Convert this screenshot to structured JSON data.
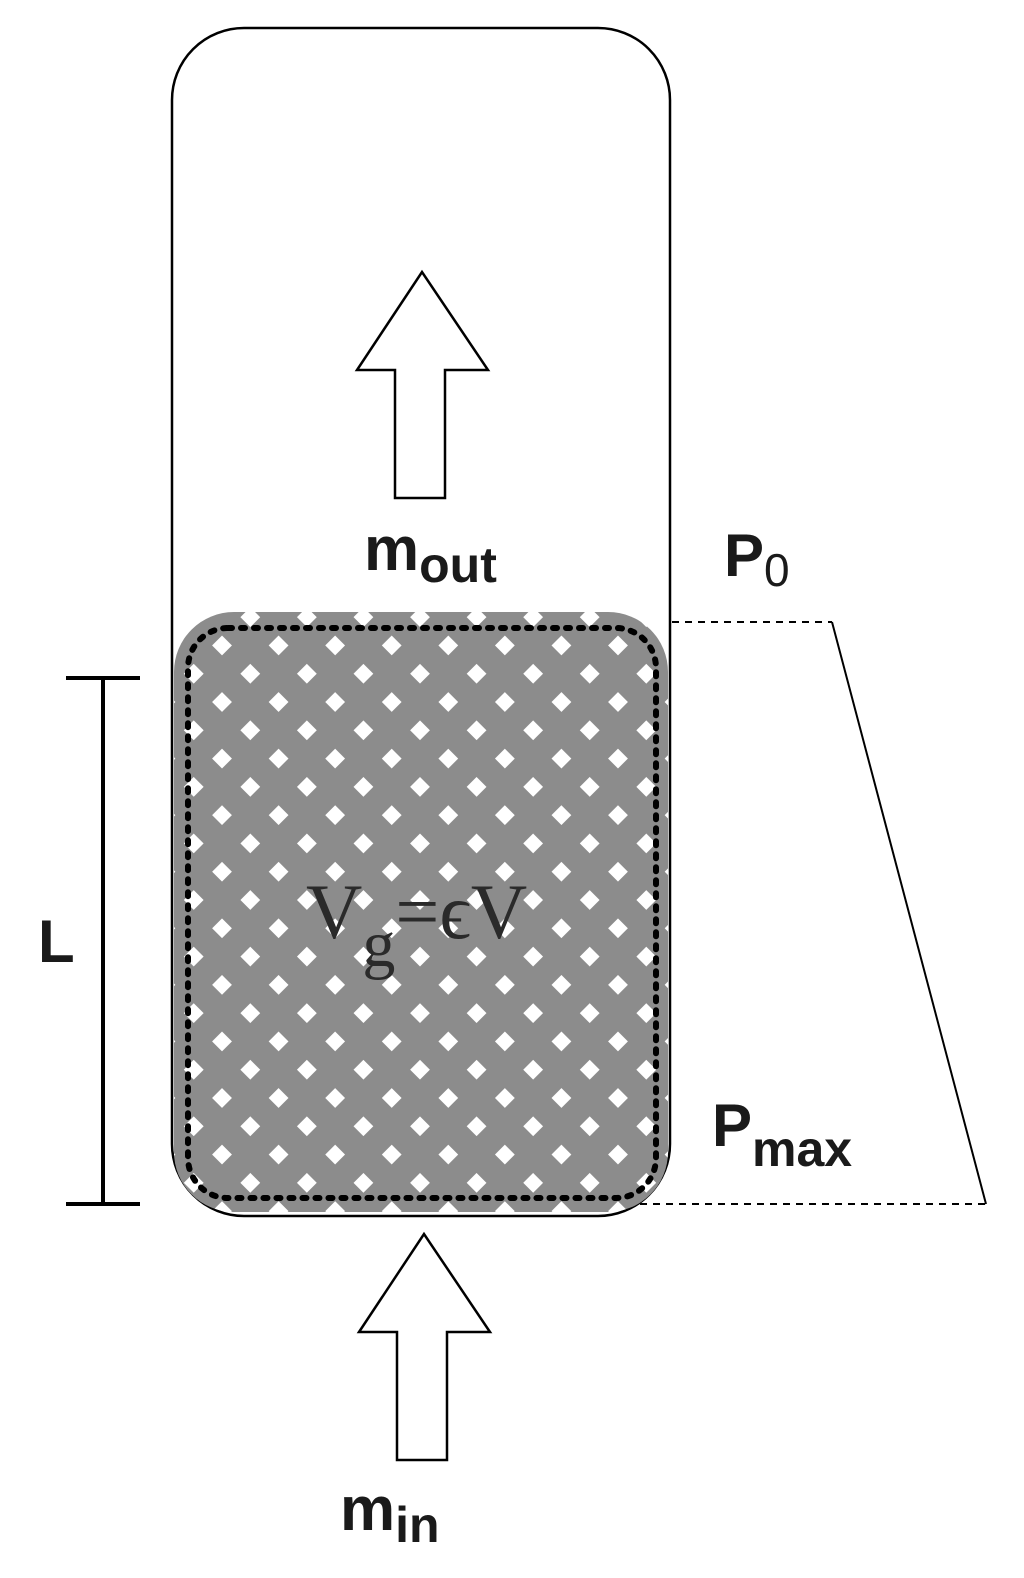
{
  "labels": {
    "m_out": {
      "base": "m",
      "sub": "out"
    },
    "p_zero": {
      "base": "P",
      "sub": "0"
    },
    "length": "L",
    "volume": {
      "base": "V",
      "sub": "g",
      "rest": "=ϵV"
    },
    "p_max": {
      "base": "P",
      "sub": "max"
    },
    "m_in": {
      "base": "m",
      "sub": "in"
    }
  },
  "colors": {
    "outline": "#000000",
    "bed_fill": "#8c8c8c",
    "bed_dots": "#ffffff",
    "background": "#ffffff"
  }
}
